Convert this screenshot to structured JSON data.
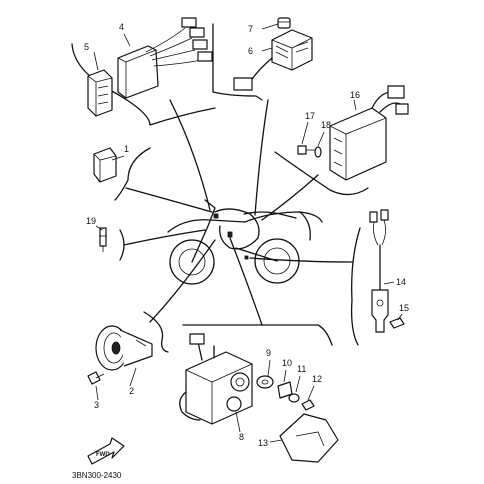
{
  "diagram": {
    "code": "3BN300-2430",
    "fwd_label": "FWD",
    "callouts": {
      "c1": "1",
      "c2": "2",
      "c3": "3",
      "c4": "4",
      "c5": "5",
      "c6": "6",
      "c7": "7",
      "c8": "8",
      "c9": "9",
      "c10": "10",
      "c11": "11",
      "c12": "12",
      "c13": "13",
      "c14": "14",
      "c15": "15",
      "c16": "16",
      "c17": "17",
      "c18": "18",
      "c19": "19"
    }
  }
}
